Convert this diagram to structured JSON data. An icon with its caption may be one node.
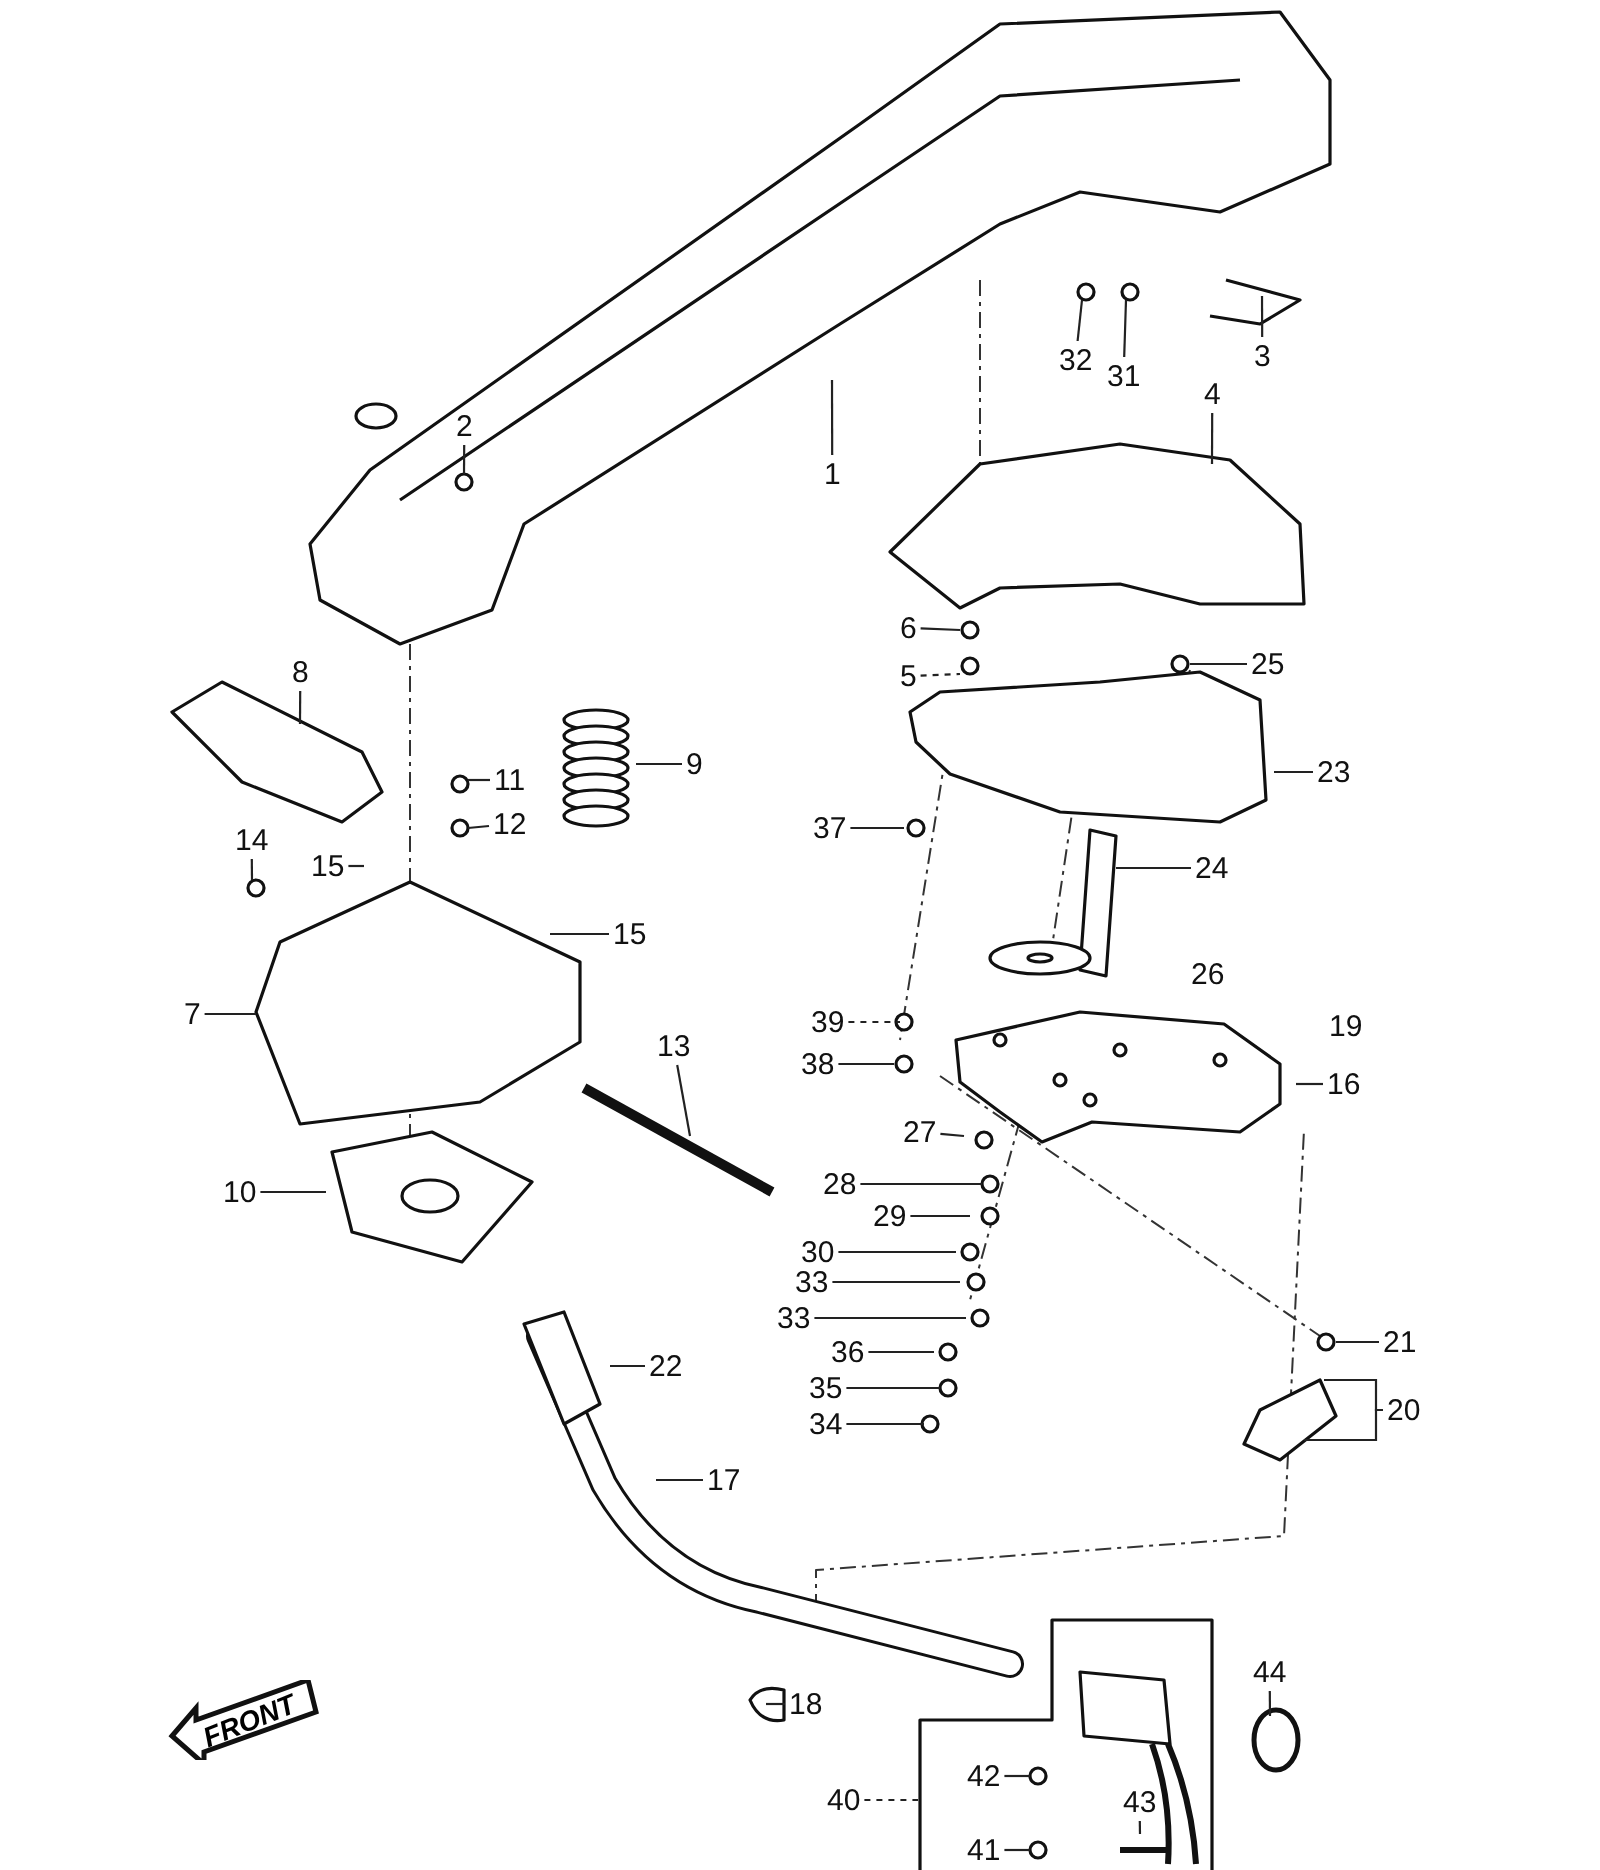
{
  "diagram": {
    "nodes": [
      {
        "text": [
          "32"
        ]
      },
      {
        "text": [
          "31"
        ]
      },
      {
        "text": [
          "3"
        ]
      },
      {
        "text": [
          "4"
        ]
      },
      {
        "text": [
          "1"
        ]
      },
      {
        "text": [
          "2"
        ]
      },
      {
        "text": [
          "6"
        ]
      },
      {
        "text": [
          "8"
        ]
      },
      {
        "text": [
          "5"
        ]
      },
      {
        "text": [
          "25"
        ]
      },
      {
        "text": [
          "9"
        ]
      },
      {
        "text": [
          "11"
        ]
      },
      {
        "text": [
          "23"
        ]
      },
      {
        "text": [
          "37"
        ]
      },
      {
        "text": [
          "12"
        ]
      },
      {
        "text": [
          "14"
        ]
      },
      {
        "text": [
          "15"
        ]
      },
      {
        "text": [
          "24"
        ]
      },
      {
        "text": [
          "15"
        ]
      },
      {
        "text": [
          "7"
        ]
      },
      {
        "text": [
          "39"
        ]
      },
      {
        "text": [
          "38"
        ]
      },
      {
        "text": [
          "16"
        ]
      },
      {
        "text": [
          "13"
        ]
      },
      {
        "text": [
          "27"
        ]
      },
      {
        "text": [
          "28"
        ]
      },
      {
        "text": [
          "10"
        ]
      },
      {
        "text": [
          "29"
        ]
      },
      {
        "text": [
          "30"
        ]
      },
      {
        "text": [
          "33"
        ]
      },
      {
        "text": [
          "33"
        ]
      },
      {
        "text": [
          "21"
        ]
      },
      {
        "text": [
          "36"
        ]
      },
      {
        "text": [
          "22"
        ]
      },
      {
        "text": [
          "35"
        ]
      },
      {
        "text": [
          "20"
        ]
      },
      {
        "text": [
          "34"
        ]
      },
      {
        "text": [
          "17"
        ]
      },
      {
        "text": [
          "18"
        ]
      },
      {
        "text": [
          "44"
        ]
      },
      {
        "text": [
          "40"
        ]
      },
      {
        "text": [
          "42"
        ]
      },
      {
        "text": [
          "41"
        ]
      },
      {
        "text": [
          "43"
        ]
      },
      {
        "text": [
          "FRONT"
        ]
      }
    ],
    "edges": [
      {
        "from": 0,
        "to": null,
        "arrow": "none"
      },
      {
        "from": 1,
        "to": null,
        "arrow": "none"
      },
      {
        "from": 2,
        "to": null,
        "arrow": "none"
      },
      {
        "from": 3,
        "to": null,
        "arrow": "none"
      },
      {
        "from": 4,
        "to": null,
        "arrow": "none"
      },
      {
        "from": 5,
        "to": null,
        "arrow": "none"
      },
      {
        "from": 6,
        "to": null,
        "arrow": "none"
      },
      {
        "from": 7,
        "to": null,
        "arrow": "none"
      },
      {
        "from": 8,
        "to": null,
        "arrow": "none",
        "style": "dashed"
      },
      {
        "from": 9,
        "to": null,
        "arrow": "none"
      },
      {
        "from": 10,
        "to": null,
        "arrow": "none"
      },
      {
        "from": 11,
        "to": null,
        "arrow": "none"
      },
      {
        "from": 12,
        "to": null,
        "arrow": "none"
      },
      {
        "from": 13,
        "to": null,
        "arrow": "none"
      },
      {
        "from": 14,
        "to": null,
        "arrow": "none"
      },
      {
        "from": 15,
        "to": null,
        "arrow": "none"
      },
      {
        "from": 16,
        "to": null,
        "arrow": "none"
      },
      {
        "from": 17,
        "to": null,
        "arrow": "none"
      },
      {
        "from": 18,
        "to": null,
        "arrow": "none"
      },
      {
        "from": 19,
        "to": null,
        "arrow": "none"
      },
      {
        "from": 20,
        "to": null,
        "arrow": "none",
        "style": "dashed"
      },
      {
        "from": 21,
        "to": null,
        "arrow": "none"
      },
      {
        "from": 22,
        "to": null,
        "arrow": "none"
      },
      {
        "from": 23,
        "to": null,
        "arrow": "none"
      },
      {
        "from": 24,
        "to": null,
        "arrow": "none"
      },
      {
        "from": 25,
        "to": null,
        "arrow": "none"
      },
      {
        "from": 26,
        "to": null,
        "arrow": "none"
      },
      {
        "from": 27,
        "to": null,
        "arrow": "none"
      },
      {
        "from": 28,
        "to": null,
        "arrow": "none"
      },
      {
        "from": 29,
        "to": null,
        "arrow": "none"
      },
      {
        "from": 30,
        "to": null,
        "arrow": "none"
      },
      {
        "from": 31,
        "to": null,
        "arrow": "none"
      },
      {
        "from": 32,
        "to": null,
        "arrow": "none"
      },
      {
        "from": 33,
        "to": null,
        "arrow": "none"
      },
      {
        "from": 34,
        "to": null,
        "arrow": "none"
      },
      {
        "from": 35,
        "to": null,
        "arrow": "none"
      },
      {
        "from": 35,
        "to": null,
        "arrow": "none"
      },
      {
        "from": 36,
        "to": null,
        "arrow": "none"
      },
      {
        "from": 37,
        "to": null,
        "arrow": "none"
      },
      {
        "from": 38,
        "to": null,
        "arrow": "none"
      },
      {
        "from": 39,
        "to": null,
        "arrow": "none"
      },
      {
        "from": 40,
        "to": null,
        "arrow": "none",
        "style": "dashed"
      },
      {
        "from": 41,
        "to": null,
        "arrow": "none"
      },
      {
        "from": 42,
        "to": null,
        "arrow": "none"
      },
      {
        "from": 43,
        "to": null,
        "arrow": "none"
      }
    ],
    "labels": [
      "19",
      "26"
    ]
  }
}
